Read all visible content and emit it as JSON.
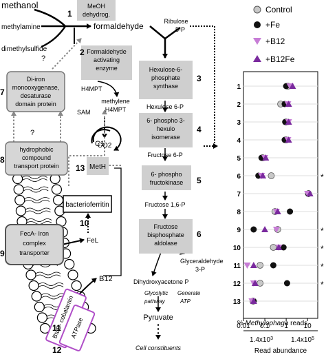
{
  "diagram": {
    "methanol": "methanol",
    "meoh_box": [
      "MeOH",
      "dehydrog."
    ],
    "methylamine": "methylamine",
    "dimethylsulfide": "dimethylsulfide",
    "formaldehyde": "formaldehyde",
    "ribulose": [
      "Ribulose",
      "5-P"
    ],
    "question_mark": "?",
    "fae_box": [
      "Formaldehyde",
      "activating",
      "enzyme"
    ],
    "hps_box": [
      "Hexulose-6-",
      "phosphate",
      "synthase"
    ],
    "diiron_box": [
      "Di-iron",
      "monooxygenase,",
      "desaturase",
      "domain protein"
    ],
    "h4mpt": "H4MPT",
    "sam": "SAM",
    "methylene_h4mpt": [
      "methylene",
      "H4MPT"
    ],
    "co2": "CO2",
    "c1": "C1",
    "meth_box": "MetH",
    "hexulose6p": "Hexulose 6-P",
    "phi_box": [
      "6- phospho 3-",
      "hexulo",
      "isomerase"
    ],
    "fructose6p": "Fructose 6-P",
    "hydrophobic_box": [
      "hydrophobic",
      "compound",
      "transport protein"
    ],
    "pfk_box": [
      "6- phospho",
      "fructokinase"
    ],
    "bacterioferritin": "bacterioferritin",
    "fructose16p": "Fructose 1,6-P",
    "feca_box": [
      "FecA- Iron",
      "complex",
      "transporter"
    ],
    "fel": "FeL",
    "fba_box": [
      "Fructose",
      "bisphosphate",
      "aldolase"
    ],
    "glyceraldehyde": [
      "Glyceraldehyde",
      "3-P"
    ],
    "b12": "B12",
    "dhap": "Dihydroxyacetone P",
    "btub_box": [
      "BtuB- cobalamin",
      "receptor"
    ],
    "atpase_box": "ATPase",
    "glycolytic": [
      "Glycolytic",
      "pathway"
    ],
    "generate": [
      "Generate",
      "ATP"
    ],
    "pyruvate": "Pyruvate",
    "cell_constituents": "Cell constituents",
    "numbers": {
      "n1": "1",
      "n2": "2",
      "n3": "3",
      "n4": "4",
      "n5": "5",
      "n6": "6",
      "n7": "7",
      "n8": "8",
      "n9": "9",
      "n10": "10",
      "n11": "11",
      "n12": "12",
      "n13": "13"
    }
  },
  "chart_data": {
    "type": "scatter",
    "legend": [
      "Control",
      "+Fe",
      "+B12",
      "+B12Fe"
    ],
    "legend_placement": "top",
    "colors": {
      "Control": "#c8c8c8",
      "+Fe": "#111111",
      "+B12": "#c77dd6",
      "+B12Fe": "#7a2a9e"
    },
    "categories": [
      "1",
      "2",
      "3",
      "4",
      "5",
      "6",
      "7",
      "8",
      "9",
      "10",
      "11",
      "12",
      "13"
    ],
    "significant": [
      "",
      "",
      "",
      "",
      "",
      "*",
      "",
      "",
      "*",
      "*",
      "*",
      "*",
      ""
    ],
    "series": [
      {
        "name": "Control",
        "values": [
          1.2,
          0.55,
          1.0,
          1.0,
          0.08,
          0.2,
          11,
          0.3,
          0.4,
          0.25,
          0.06,
          0.06,
          0.028
        ]
      },
      {
        "name": "+Fe",
        "values": [
          1.0,
          0.85,
          0.9,
          0.85,
          0.07,
          0.05,
          11,
          1.5,
          0.03,
          0.75,
          0.25,
          1.1,
          0.03
        ]
      },
      {
        "name": "+B12",
        "values": [
          1.5,
          1.2,
          1.3,
          1.2,
          0.1,
          0.07,
          10,
          0.35,
          0.35,
          0.45,
          0.015,
          0.03,
          0.025
        ]
      },
      {
        "name": "+B12Fe",
        "values": [
          2.0,
          1.3,
          1.3,
          1.3,
          0.11,
          0.08,
          13,
          0.4,
          0.1,
          0.45,
          0.03,
          0.035,
          0.03
        ]
      }
    ],
    "x_scale": "log",
    "xlim": [
      0.01,
      30
    ],
    "x_ticks": [
      "0.01",
      "0.1",
      "1",
      "10"
    ],
    "xlabel_prefix": "% ",
    "xlabel_italic": "Methylophaga",
    "xlabel_suffix": " reads",
    "secondary_ticks": [
      "1.4x10",
      "1.4x10"
    ],
    "secondary_exponents": [
      "3",
      "5"
    ],
    "secondary_xlabel": "Read abundance"
  }
}
